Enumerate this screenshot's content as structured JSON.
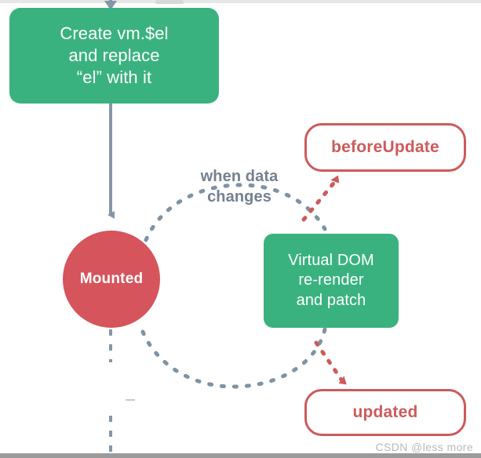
{
  "diagram": {
    "title": "Vue instance lifecycle - mounted / update phase",
    "colors": {
      "green": "#3AB27F",
      "red_fill": "#D6545C",
      "red_outline": "#CC5B5B",
      "slate": "#73808F",
      "white": "#FFFFFF",
      "watermark": "#B9B9B9"
    },
    "nodes": {
      "create_el": {
        "label": "Create vm.$el\nand replace\n“el” with it",
        "line1": "Create vm.$el",
        "line2": "and replace",
        "line3": "“el” with it",
        "shape": "rounded-rect",
        "fill": "#3AB27F"
      },
      "mounted": {
        "label": "Mounted",
        "shape": "circle",
        "fill": "#D6545C"
      },
      "virtual_dom": {
        "line1": "Virtual DOM",
        "line2": "re-render",
        "line3": "and patch",
        "shape": "rounded-rect",
        "fill": "#3AB27F"
      },
      "before_update": {
        "label": "beforeUpdate",
        "shape": "pill-outline",
        "stroke": "#CC5B5B"
      },
      "updated": {
        "label": "updated",
        "shape": "pill-outline",
        "stroke": "#CC5B5B"
      }
    },
    "annotations": {
      "when_data_changes_line1": "when data",
      "when_data_changes_line2": "changes"
    },
    "edges": [
      {
        "name": "into-create-el",
        "from": "above",
        "to": "create_el",
        "style": "solid",
        "color": "#8597A6",
        "arrow": true
      },
      {
        "name": "create-el-to-mounted",
        "from": "create_el",
        "to": "mounted",
        "style": "solid",
        "color": "#8597A6",
        "arrow": true
      },
      {
        "name": "mounted-to-virtual-dom",
        "from": "mounted",
        "to": "virtual_dom",
        "style": "dashed",
        "color": "#7E93A5",
        "arrow": false
      },
      {
        "name": "to-before-update",
        "from": "loop",
        "to": "before_update",
        "style": "dashed",
        "color": "#CC5B5B",
        "arrow": true
      },
      {
        "name": "to-updated",
        "from": "virtual_dom",
        "to": "updated",
        "style": "dashed",
        "color": "#CC5B5B",
        "arrow": true
      },
      {
        "name": "mounted-down-continue",
        "from": "mounted",
        "to": "below",
        "style": "dashed",
        "color": "#7E93A5",
        "arrow": false
      }
    ]
  },
  "watermark": {
    "text": "CSDN @less more"
  }
}
